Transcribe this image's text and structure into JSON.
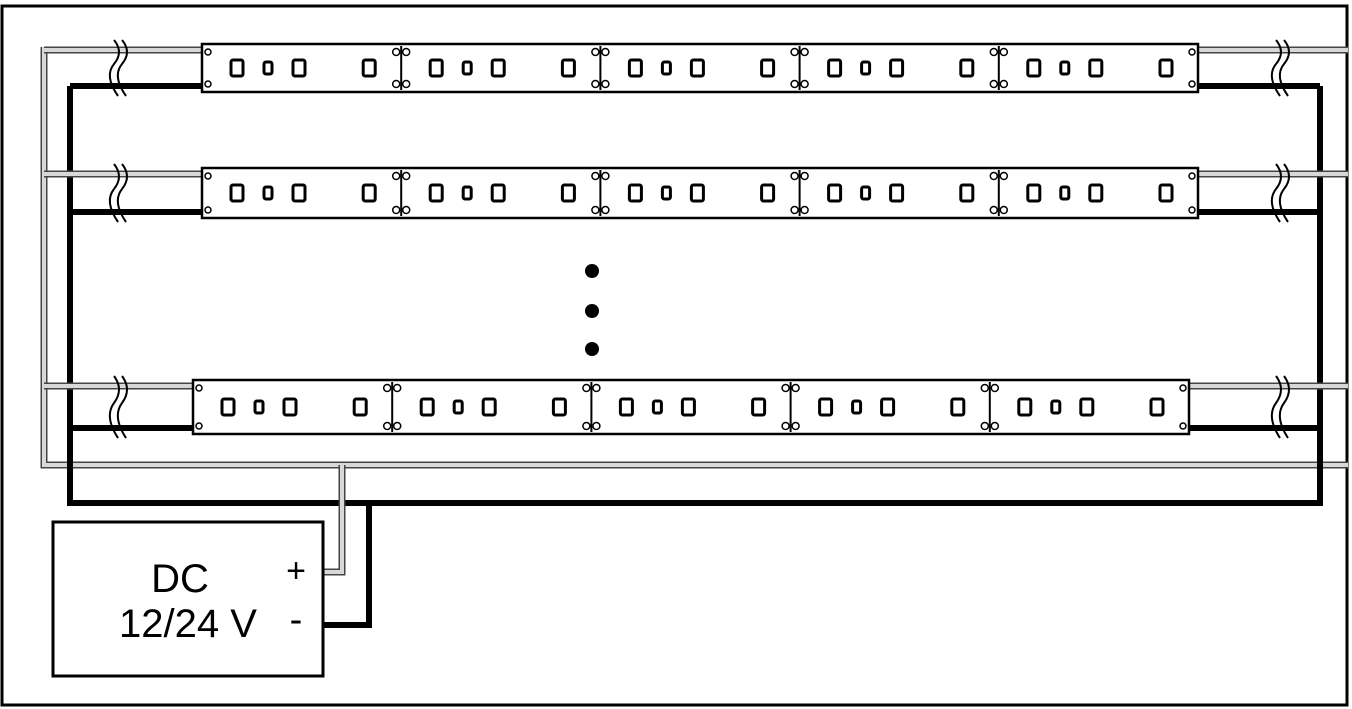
{
  "power_supply": {
    "line1": "DC",
    "line2": "12/24 V",
    "plus_symbol": "+",
    "minus_symbol": "-"
  },
  "strips": {
    "count_shown": 3,
    "segments_per_strip": 5,
    "leds_per_segment": 3
  },
  "colors": {
    "positive_wire": "#d8d8d8",
    "negative_wire": "#000000",
    "outline": "#000000",
    "background": "#ffffff"
  }
}
